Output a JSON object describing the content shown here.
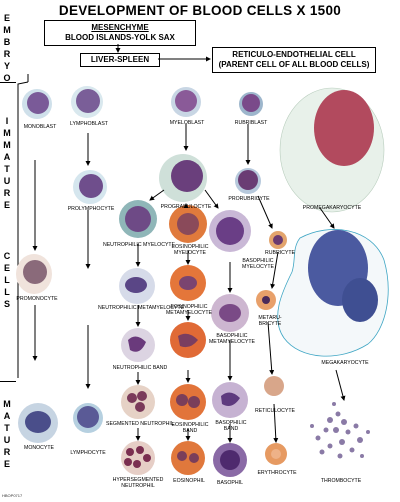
{
  "title": "DEVELOPMENT OF BLOOD CELLS X 1500",
  "sections": {
    "embryo": [
      "E",
      "M",
      "B",
      "R",
      "Y",
      "O"
    ],
    "immature": [
      "I",
      "M",
      "M",
      "A",
      "T",
      "U",
      "R",
      "E"
    ],
    "cells": [
      "C",
      "E",
      "L",
      "L",
      "S"
    ],
    "mature": [
      "M",
      "A",
      "T",
      "U",
      "R",
      "E"
    ]
  },
  "boxes": {
    "mesenchyme_line1": "MESENCHYME",
    "mesenchyme_line2": "BLOOD ISLANDS-YOLK SAX",
    "liver": "LIVER-SPLEEN",
    "reticulo_line1": "RETICULO-ENDOTHELIAL CELL",
    "reticulo_line2": "(PARENT CELL OF ALL BLOOD CELLS)"
  },
  "labels": {
    "monoblast": "MONOBLAST",
    "lymphoblast": "LYMPHOBLAST",
    "myeloblast": "MYELOBLAST",
    "rubriblast": "RUBRIBLAST",
    "prolymphocyte": "PROLYMPHOCYTE",
    "progranulocyte": "PROGRANULOCYTE",
    "prorubricyte": "PRORUBRICYTE",
    "promegakaryocyte": "PROMEGAKARYOCYTE",
    "neutrophilic_myelocyte": "NEUTROPHILIC MYELOCYTE",
    "eosinophilic_myelocyte": "EOSINOPHILIC\nMYELOCYTE",
    "basophilic_myelocyte": "BASOPHILIC\nMYELOCYTE",
    "rubricyte": "RUBRICYTE",
    "promonocyte": "PROMONOCYTE",
    "neutrophilic_metamyelocyte": "NEUTROPHILIC METAMYELOCYTE",
    "eosinophilic_metamyelocyte": "EOSINOPHILIC\nMETAMYELOCYTE",
    "basophilic_metamyelocyte": "BASOPHILIC\nMETAMYELOCYTE",
    "metarubricyte": "METARU-\nBRICYTE",
    "megakaryocyte": "MEGAKARYOCYTE",
    "neutrophilic_band": "NEUTROPHILIC BAND",
    "eosinophilic_band": "EOSINOPHILIC\nBAND",
    "basophilic_band": "BASOPHILIC\nBAND",
    "reticulocyte": "RETICULOCYTE",
    "monocyte": "MONOCYTE",
    "segmented_neutrophil": "SEGMENTED NEUTROPHIL",
    "lymphocyte": "LYMPHOCYTE",
    "hypersegmented_neutrophil": "HYPERSEGMENTED\nNEUTROPHIL",
    "eosinophil": "EOSINOPHIL",
    "basophil": "BASOPHIL",
    "erythrocyte": "ERYTHROCYTE",
    "thrombocyte": "THROMBOCYTE"
  },
  "stamp": "HBOP0717",
  "colors": {
    "nucleus_purple": "#6d4a8c",
    "cytoplasm_blue": "#c9dbe6",
    "eosin_orange": "#d9622a",
    "erythro_red": "#d98a5a",
    "mega_blue": "#4a5a9c",
    "promega_green": "#e5efe6"
  }
}
